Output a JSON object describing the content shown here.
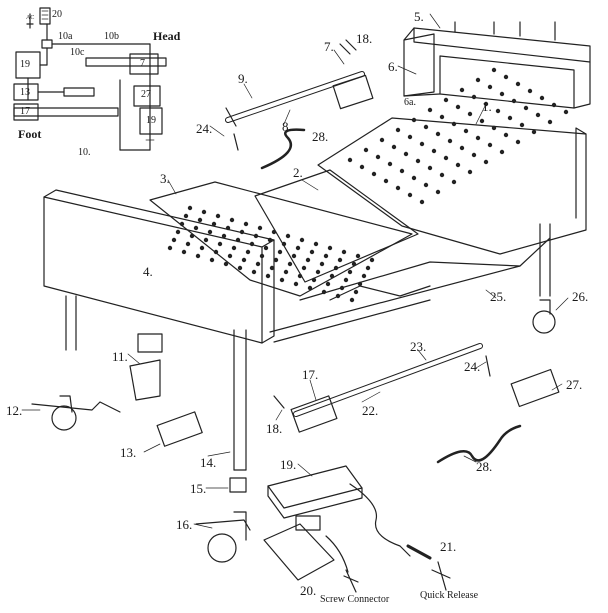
{
  "schematic": {
    "head_label": "Head",
    "foot_label": "Foot",
    "callouts": [
      "20",
      "10a",
      "10b",
      "10c",
      "19",
      "7",
      "13",
      "27",
      "17",
      "19"
    ],
    "panel_number": "10.",
    "switch_symbol": "AC"
  },
  "part_numbers": [
    "1.",
    "2.",
    "3.",
    "4.",
    "5.",
    "6.",
    "6a.",
    "7.",
    "8.",
    "9.",
    "11.",
    "12.",
    "13.",
    "14.",
    "15.",
    "16.",
    "17.",
    "18.",
    "18.",
    "19.",
    "20.",
    "21.",
    "22.",
    "23.",
    "24.",
    "24.",
    "25.",
    "26.",
    "27.",
    "28.",
    "28."
  ],
  "captions": {
    "screw_connector": "Screw Connector",
    "quick_release": "Quick Release"
  }
}
